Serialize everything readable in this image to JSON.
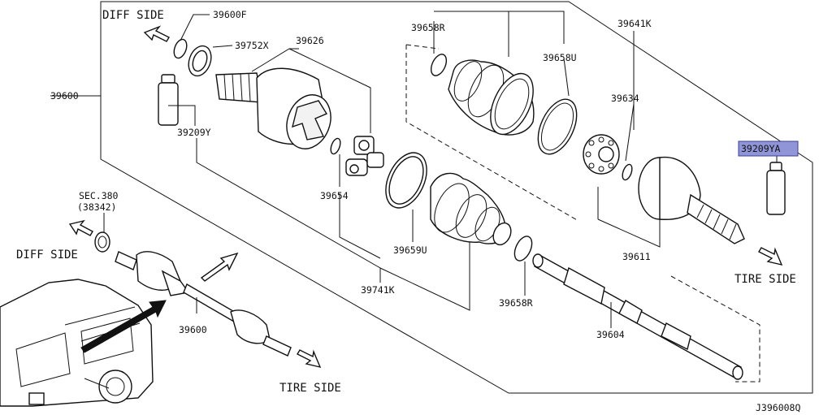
{
  "labels": {
    "diff_side_top": "DIFF SIDE",
    "diff_side_left": "DIFF SIDE",
    "tire_side_right": "TIRE SIDE",
    "tire_side_bottom": "TIRE SIDE",
    "sec_380": "SEC.380",
    "sec_380_ref": "(38342)",
    "drawing_code": "J396008Q"
  },
  "parts": {
    "p39600f": "39600F",
    "p39752x": "39752X",
    "p39626": "39626",
    "p39600_frame": "39600",
    "p39209y": "39209Y",
    "p39654": "39654",
    "p39658r_top": "39658R",
    "p39658u": "39658U",
    "p39641k": "39641K",
    "p39634": "39634",
    "p39209ya": "39209YA",
    "p39659u": "39659U",
    "p39741k": "39741K",
    "p39658r_bottom": "39658R",
    "p39611": "39611",
    "p39604": "39604",
    "p39600_shaft": "39600"
  },
  "colors": {
    "highlight_fill": "#8f95d6",
    "highlight_stroke": "#3b3f9a",
    "line": "#111111"
  }
}
